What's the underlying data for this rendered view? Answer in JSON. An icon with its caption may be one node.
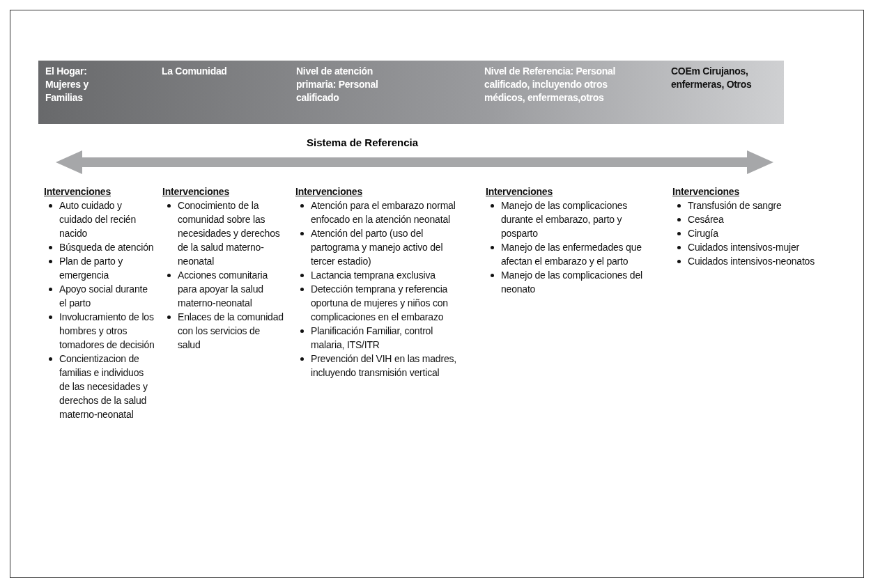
{
  "diagram": {
    "nodes": [
      {
        "text": [
          "El Hogar: Mujeres y Familias",
          "La Comunidad",
          "Nivel de atención primaria: Personal calificado",
          "Nivel de Referencia: Personal calificado, incluyendo otros médicos, enfermeras,otros",
          "COEm Cirujanos, enfermeras, Otros"
        ]
      }
    ],
    "labels": [
      "Sistema de Referencia",
      "Intervenciones",
      "Auto cuidado y cuidado del recién nacido",
      "Búsqueda de atención",
      "Plan de parto y emergencia",
      "Apoyo social durante el parto",
      "Involucramiento de los hombres y otros tomadores de decisión",
      "Concientizacion de familias e individuos de las necesidades y derechos de la salud materno-neonatal",
      "Intervenciones",
      "Conocimiento de la comunidad sobre las necesidades y derechos de la salud materno-neonatal",
      "Acciones comunitaria para apoyar la salud materno-neonatal",
      "Enlaces de la comunidad con los servicios de salud",
      "Intervenciones",
      "Atención para el embarazo normal enfocado en la atención neonatal",
      "Atención del parto (uso del partograma y manejo activo del tercer estadio)",
      "Lactancia temprana exclusiva",
      "Detección temprana y referencia oportuna de mujeres y niños con complicaciones en el embarazo",
      "Planificación Familiar, control malaria, ITS/ITR",
      "Prevención del VIH en las madres, incluyendo transmisión vertical",
      "Intervenciones",
      "Manejo de las complicaciones durante el embarazo, parto y posparto",
      "Manejo de las enfermedades que afectan el embarazo y el parto",
      "Manejo de las complicaciones del neonato",
      "Intervenciones",
      "Transfusión de sangre",
      "Cesárea",
      "Cirugía",
      "Cuidados intensivos-mujer",
      "Cuidados intensivos-neonatos"
    ]
  }
}
